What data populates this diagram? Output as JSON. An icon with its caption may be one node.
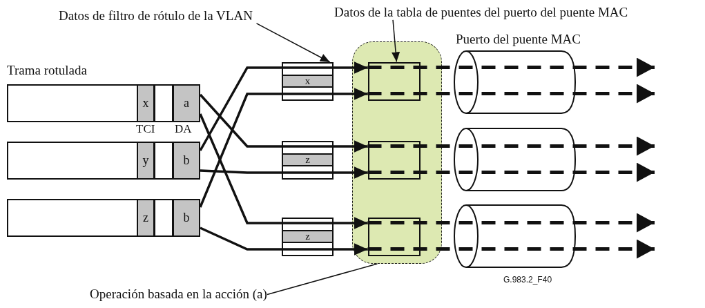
{
  "diagram": {
    "nodes": [
      {
        "text": [
          "Datos de filtro de rótulo de la VLAN"
        ]
      },
      {
        "text": [
          "Datos de la tabla de puentes del puerto del puente MAC"
        ]
      },
      {
        "text": [],
        "shape": "box"
      },
      {
        "text": [
          "x"
        ],
        "in": 2
      },
      {
        "text": [
          "a"
        ],
        "in": 2
      },
      {
        "text": [],
        "shape": "box"
      },
      {
        "text": [
          "y"
        ],
        "in": 5
      },
      {
        "text": [
          "b"
        ],
        "in": 5
      },
      {
        "text": [],
        "shape": "box"
      },
      {
        "text": [
          "z"
        ],
        "in": 8
      },
      {
        "text": [
          "b"
        ],
        "in": 8
      },
      {
        "text": [
          "x"
        ]
      },
      {
        "text": [
          "z"
        ]
      },
      {
        "text": [
          "z"
        ]
      },
      {
        "text": [],
        "shape": "box"
      },
      {
        "text": [],
        "shape": "box",
        "in": 14
      },
      {
        "text": [],
        "shape": "box",
        "in": 14
      },
      {
        "text": [],
        "shape": "box",
        "in": 14
      },
      {
        "text": [],
        "shape": "cylinder"
      },
      {
        "text": [],
        "shape": "cylinder"
      },
      {
        "text": [],
        "shape": "cylinder"
      },
      {
        "text": [
          "Operación basada en la acción (a)"
        ]
      }
    ],
    "edges": [
      {
        "from": 4,
        "to": 12,
        "arrow": "none"
      },
      {
        "from": 4,
        "to": 13,
        "arrow": "none"
      },
      {
        "from": 7,
        "to": 11,
        "arrow": "none"
      },
      {
        "from": 7,
        "to": 12,
        "arrow": "none"
      },
      {
        "from": 10,
        "to": 11,
        "arrow": "none"
      },
      {
        "from": 10,
        "to": 13,
        "arrow": "none"
      },
      {
        "from": 11,
        "to": 15,
        "arrow": "to"
      },
      {
        "from": 11,
        "to": 15,
        "arrow": "to"
      },
      {
        "from": 12,
        "to": 16,
        "arrow": "to"
      },
      {
        "from": 12,
        "to": 16,
        "arrow": "to"
      },
      {
        "from": 13,
        "to": 17,
        "arrow": "to"
      },
      {
        "from": 13,
        "to": 17,
        "arrow": "to"
      },
      {
        "from": 15,
        "to": null,
        "arrow": "to",
        "style": "dashed"
      },
      {
        "from": 15,
        "to": null,
        "arrow": "to",
        "style": "dashed"
      },
      {
        "from": 16,
        "to": null,
        "arrow": "to",
        "style": "dashed"
      },
      {
        "from": 16,
        "to": null,
        "arrow": "to",
        "style": "dashed"
      },
      {
        "from": 17,
        "to": null,
        "arrow": "to",
        "style": "dashed"
      },
      {
        "from": 17,
        "to": null,
        "arrow": "to",
        "style": "dashed"
      },
      {
        "from": 0,
        "to": 11,
        "arrow": "to"
      },
      {
        "from": 1,
        "to": 15,
        "arrow": "to"
      },
      {
        "from": 21,
        "to": 14,
        "arrow": "none"
      }
    ],
    "labels": [
      "Trama rotulada",
      "TCI",
      "DA",
      "Puerto del puente MAC",
      "G.983.2_F40"
    ]
  }
}
